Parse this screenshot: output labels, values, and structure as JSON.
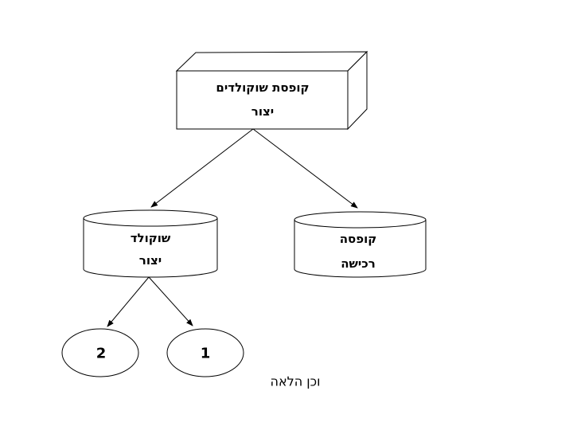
{
  "diagram": {
    "background_color": "#ffffff",
    "line_color": "#000000",
    "text_color": "#000000",
    "root_box": {
      "shape": "3d-box",
      "title": "קופסת שוקולדים",
      "subtitle": "יצור"
    },
    "chocolate_cylinder": {
      "shape": "cylinder",
      "title": "שוקולד",
      "subtitle": "יצור"
    },
    "box_cylinder": {
      "shape": "cylinder",
      "title": "קופסה",
      "subtitle": "רכישה"
    },
    "oval_left": {
      "shape": "oval",
      "label": "2"
    },
    "oval_right": {
      "shape": "oval",
      "label": "1"
    },
    "note": "וכן הלאה"
  }
}
